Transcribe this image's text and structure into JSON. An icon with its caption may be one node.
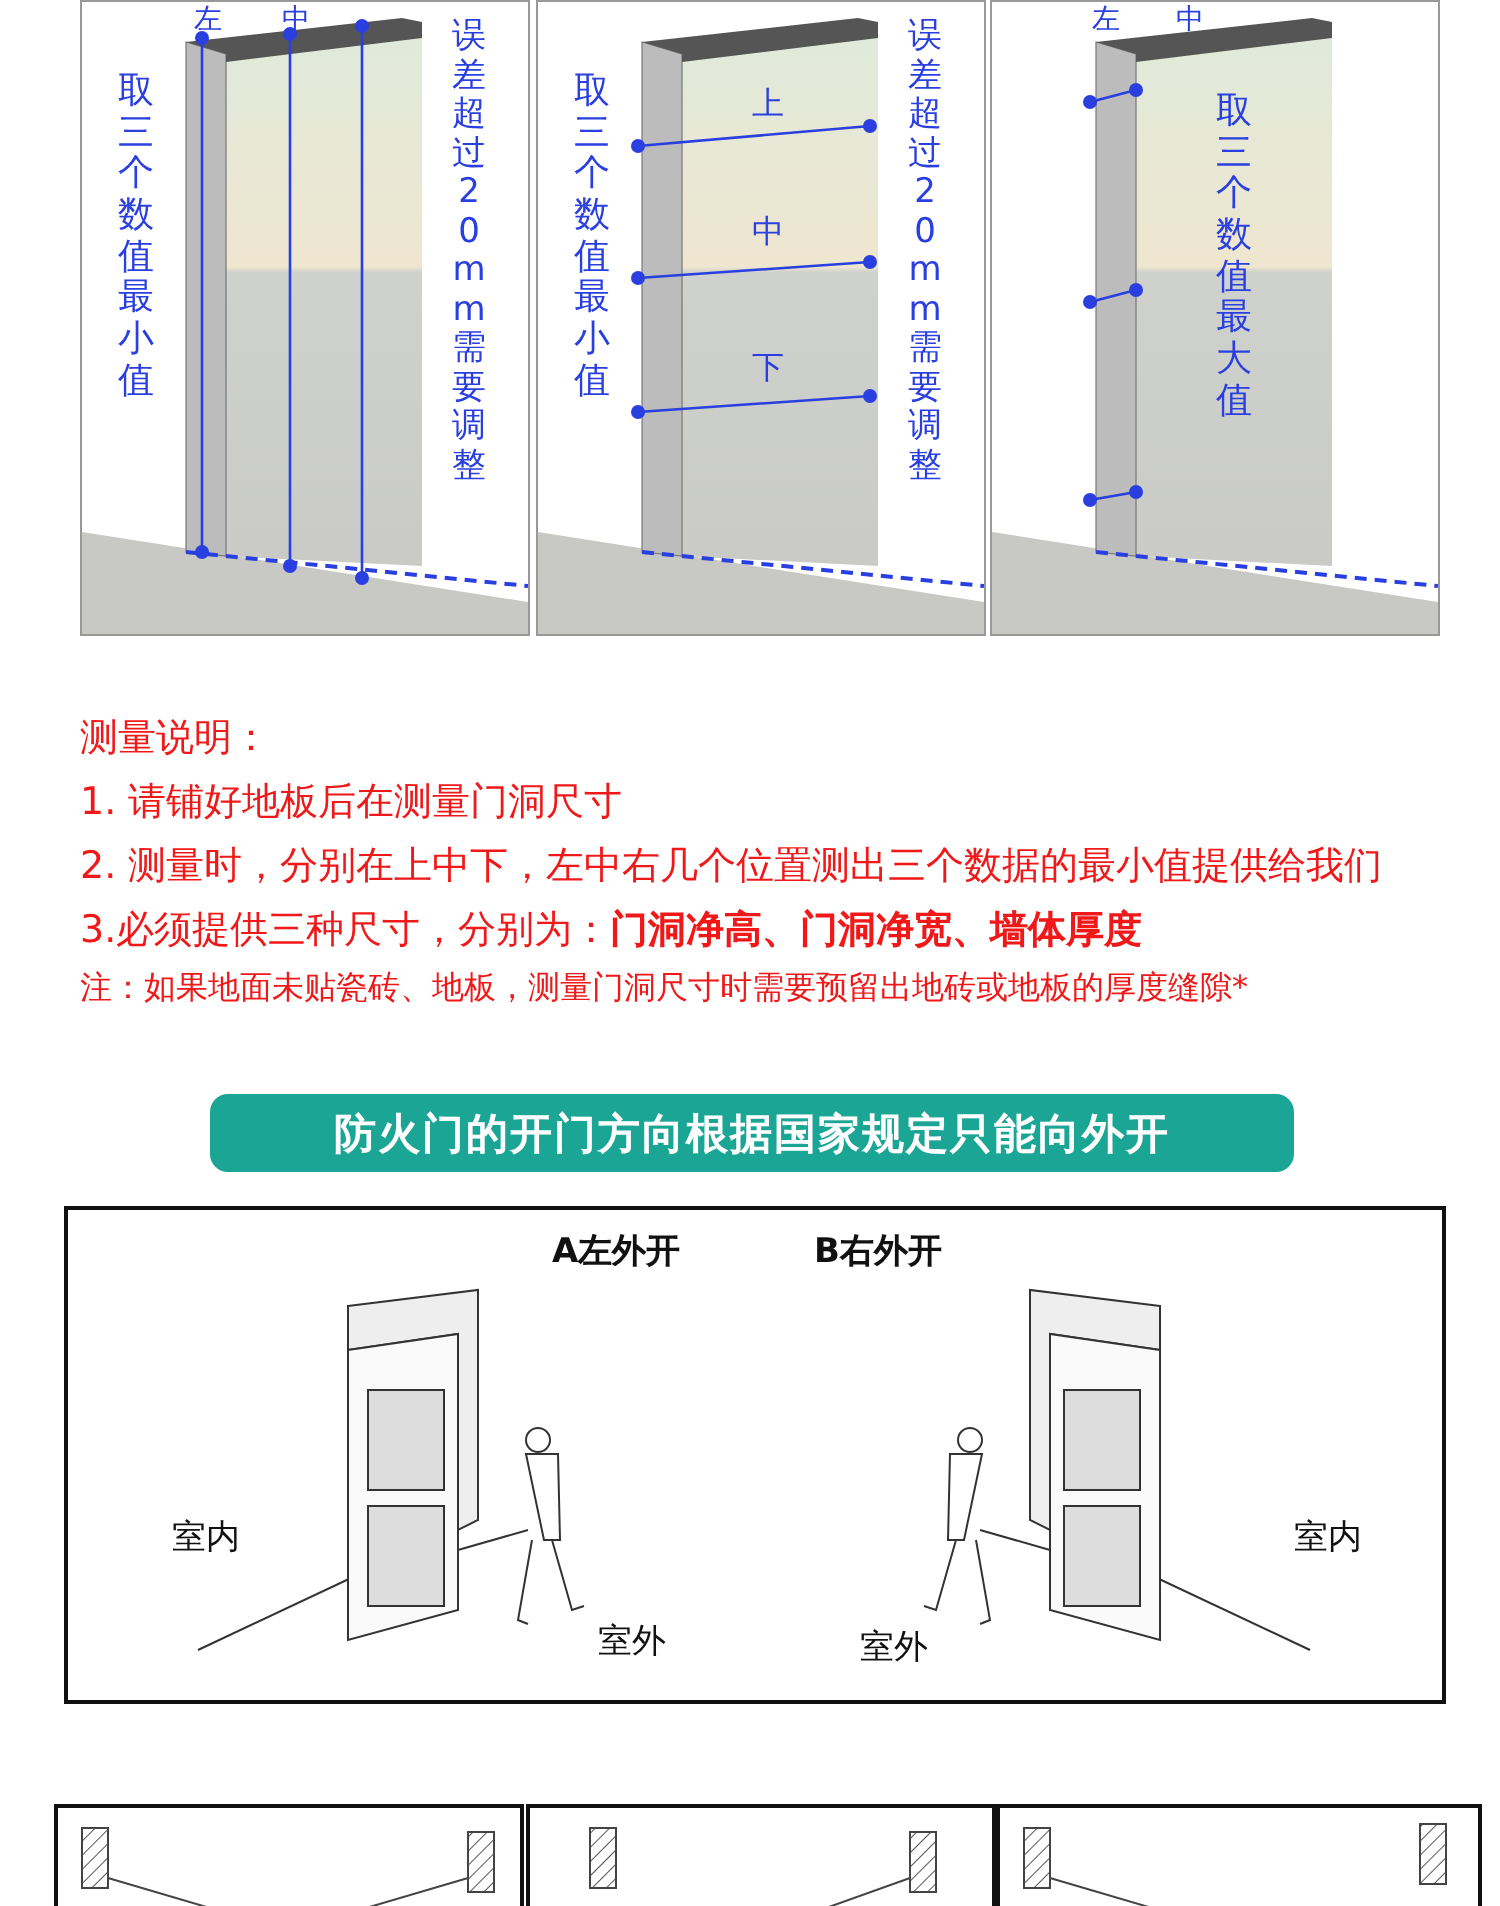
{
  "diagram": {
    "title": "防火门的开门方向根据国家规定只能向外开",
    "nodes": [
      {
        "text": [
          "左",
          "中",
          "取三个数值最小值",
          "误差超过 20mm 需要调整"
        ]
      },
      {
        "text": [
          "取三个数值最小值",
          "上",
          "中",
          "下",
          "误差超过 20mm 需要调整"
        ]
      },
      {
        "text": [
          "左",
          "中",
          "取三个数值最大值"
        ]
      },
      {
        "text": [
          "A左外开",
          "室内",
          "室外"
        ]
      },
      {
        "text": [
          "B右外开",
          "室外",
          "室内"
        ]
      },
      {
        "text": [],
        "shape": "picture"
      },
      {
        "text": [],
        "shape": "picture"
      },
      {
        "text": [],
        "shape": "picture"
      }
    ],
    "labels": [
      "测量说明：",
      "1. 请铺好地板后在测量门洞尺寸",
      "2. 测量时，分别在上中下，左中右几个位置测出三个数据的最小值提供给我们",
      "3.必须提供三种尺寸，分别为：**门洞净高、门洞净宽、墙体厚度**",
      "注：如果地面未贴瓷砖、地板，测量门洞尺寸时需要预留出地砖或地板的厚度缝隙*"
    ]
  }
}
